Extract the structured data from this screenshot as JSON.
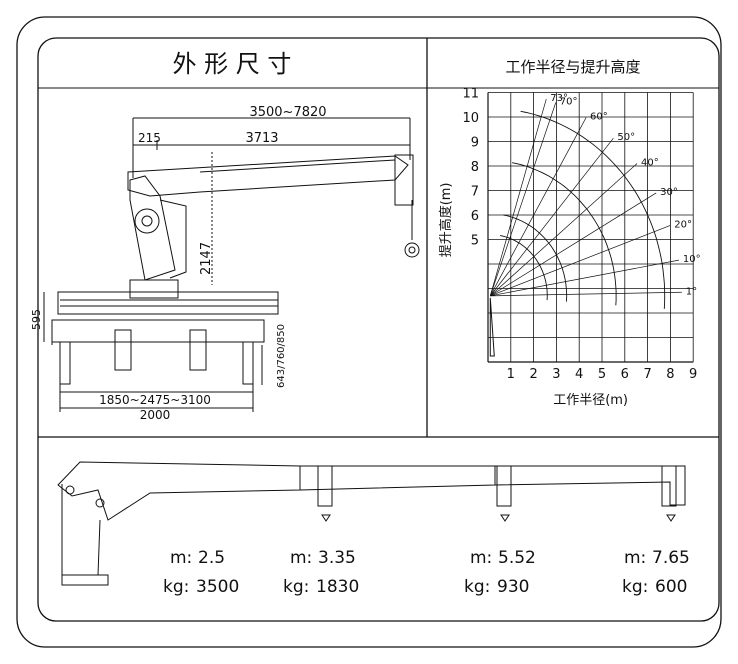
{
  "panels": {
    "dimensions_title": "外 形 尺 寸",
    "curve_title": "工作半径与提升高度"
  },
  "dimensions": {
    "top_span": "3500~7820",
    "offset": "215",
    "boom_length": "3713",
    "height": "2147",
    "base_height": "595",
    "leg_height": "643/760/850",
    "outrigger_span": "1850~2475~3100",
    "base_width": "2000"
  },
  "chart_data": {
    "type": "line",
    "title": "工作半径与提升高度",
    "xlabel": "工作半径(m)",
    "ylabel": "提升高度(m)",
    "xlim": [
      0,
      9
    ],
    "ylim": [
      0,
      11
    ],
    "x_ticks": [
      "1",
      "2",
      "3",
      "4",
      "5",
      "6",
      "7",
      "8",
      "9"
    ],
    "y_ticks": [
      "5",
      "6",
      "7",
      "8",
      "9",
      "10",
      "11"
    ],
    "grid": true,
    "pivot": [
      0.1,
      2.7
    ],
    "angles": [
      "73°",
      "70°",
      "60°",
      "50°",
      "40°",
      "30°",
      "20°",
      "10°",
      "1°"
    ],
    "angle_values": [
      73,
      70,
      60,
      50,
      40,
      30,
      20,
      10,
      1
    ],
    "boom_radii": [
      2.5,
      3.35,
      5.52,
      7.65
    ]
  },
  "load_table": {
    "stages": [
      {
        "m_label": "m:",
        "m": "2.5",
        "kg_label": "kg:",
        "kg": "3500"
      },
      {
        "m_label": "m:",
        "m": "3.35",
        "kg_label": "kg:",
        "kg": "1830"
      },
      {
        "m_label": "m:",
        "m": "5.52",
        "kg_label": "kg:",
        "kg": "930"
      },
      {
        "m_label": "m:",
        "m": "7.65",
        "kg_label": "kg:",
        "kg": "600"
      }
    ]
  }
}
